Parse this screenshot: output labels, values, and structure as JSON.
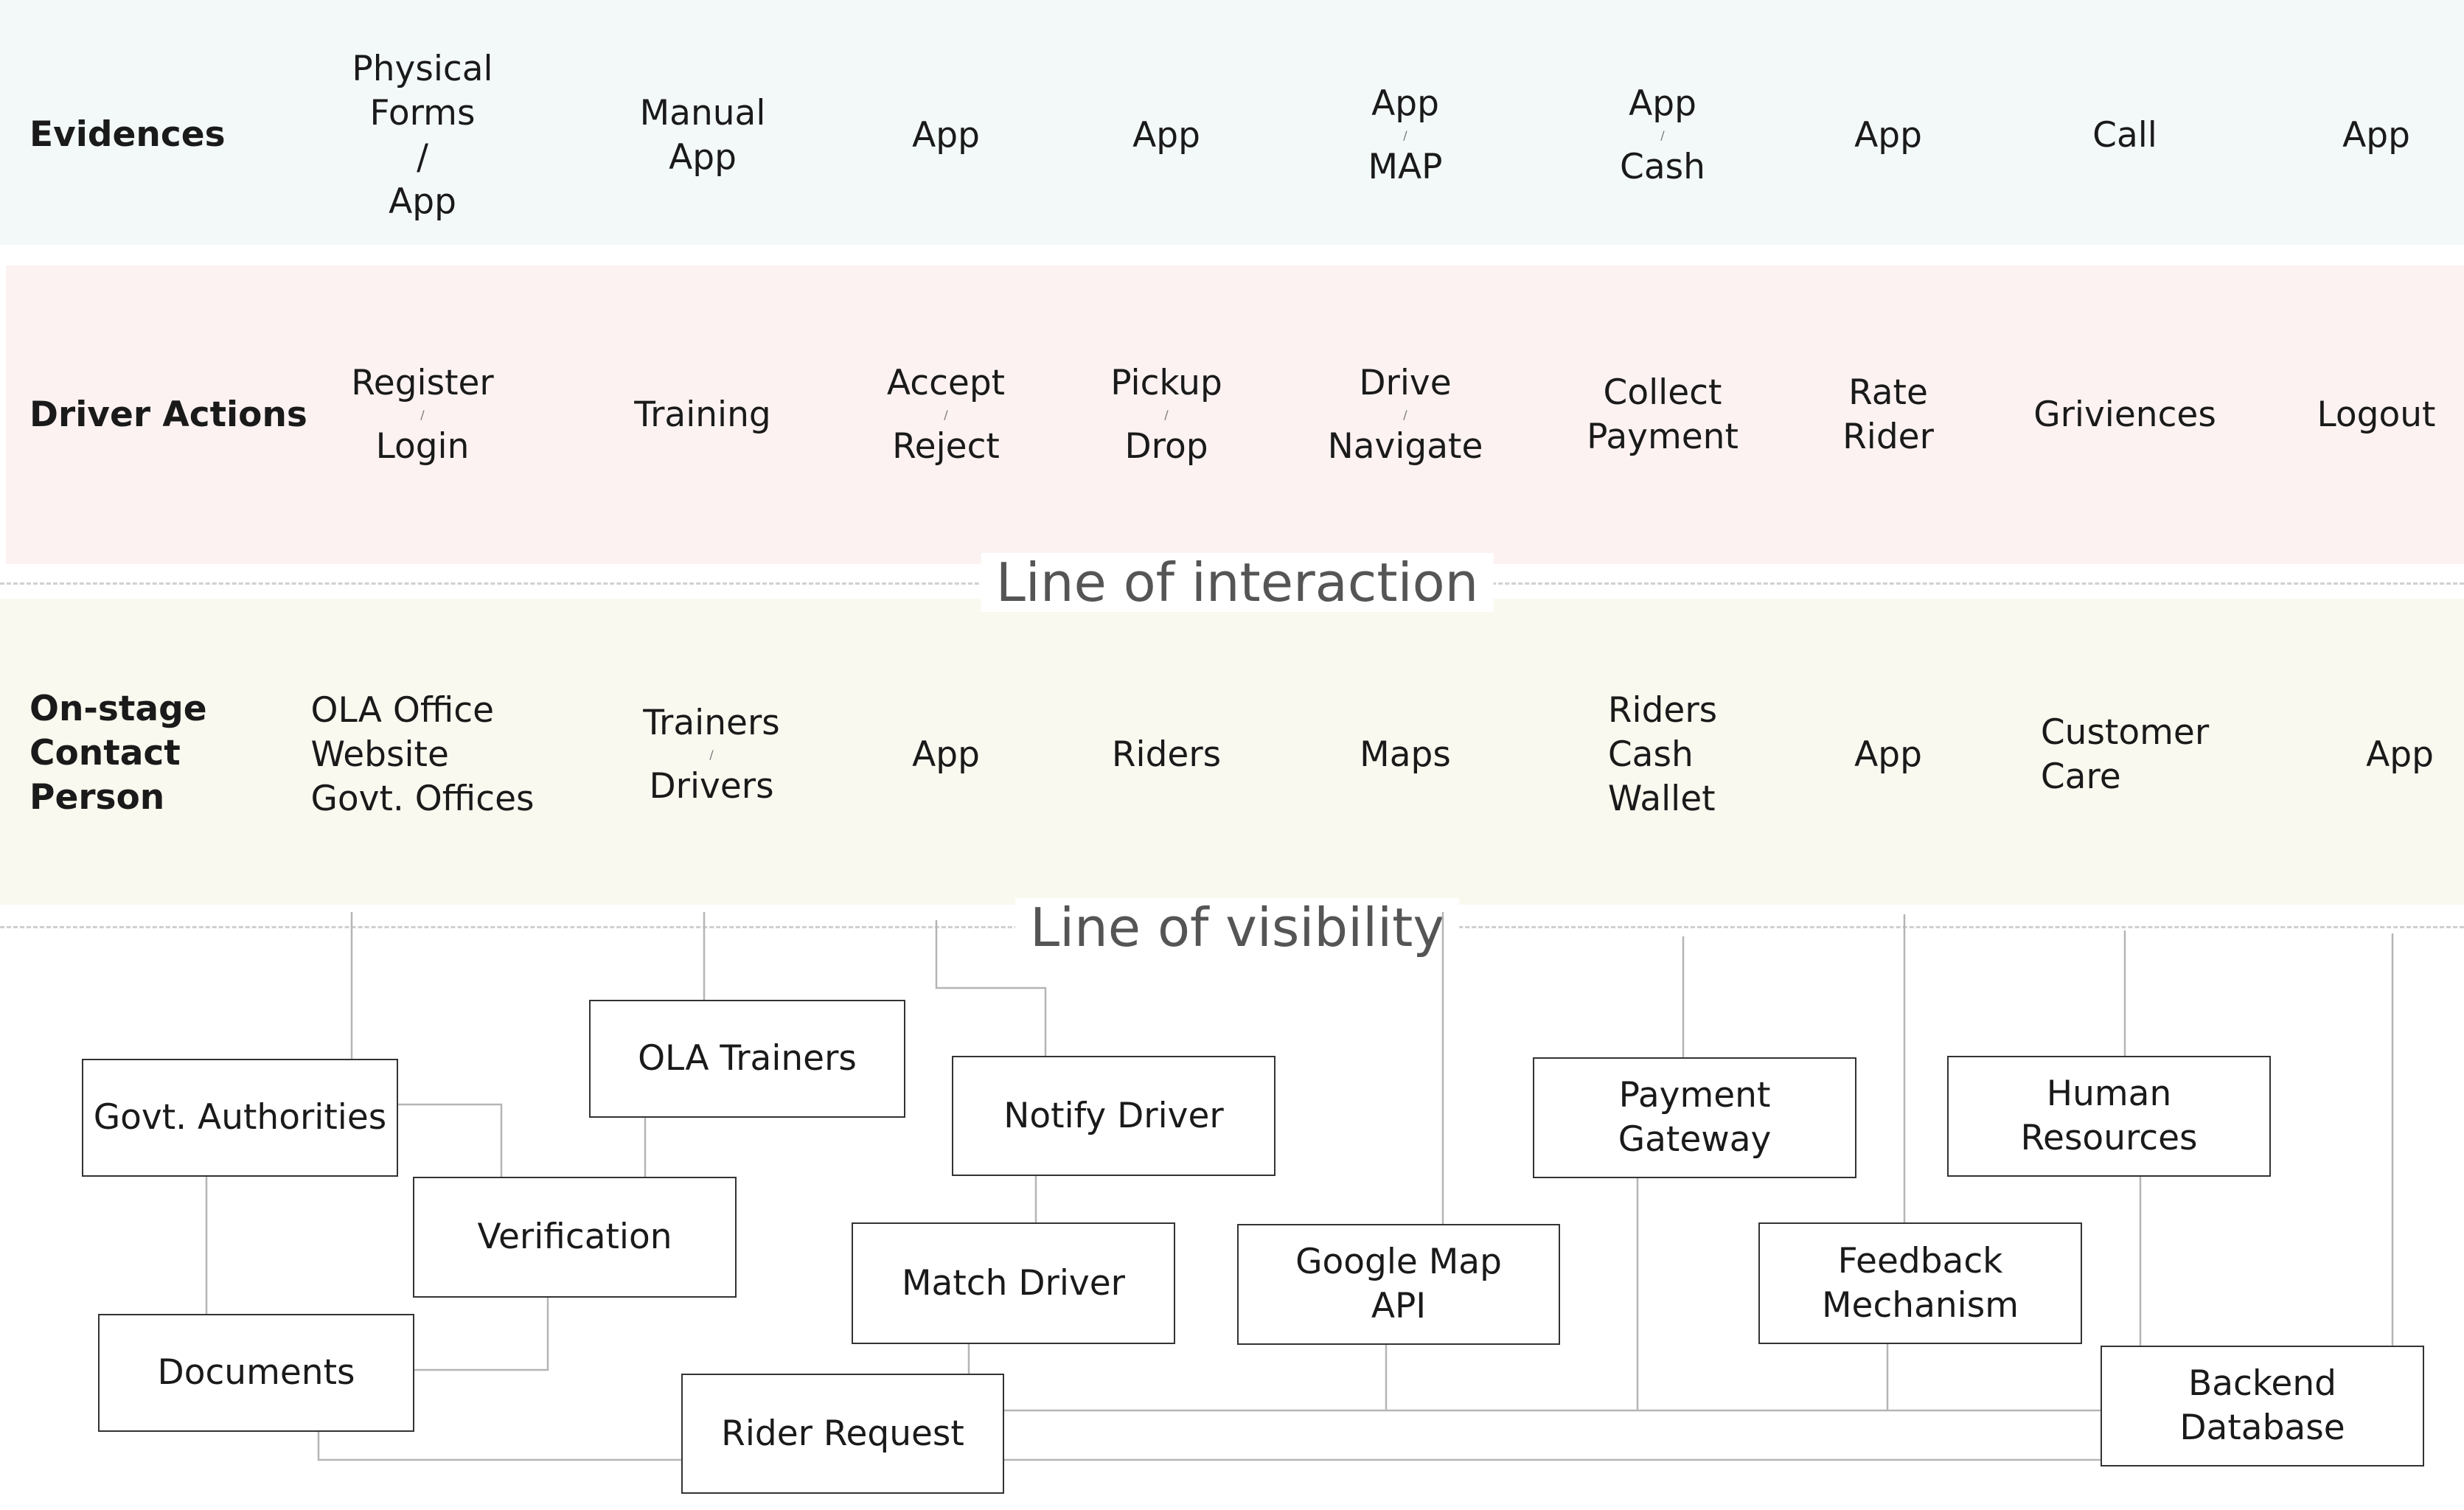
{
  "rows": {
    "evidences": {
      "label": "Evidences",
      "cells": [
        {
          "top": "Physical\nForms",
          "sep": "/",
          "bottom": "App"
        },
        {
          "top": "Manual\nApp"
        },
        {
          "top": "App"
        },
        {
          "top": "App"
        },
        {
          "top": "App",
          "sep": "/",
          "bottom": "MAP"
        },
        {
          "top": "App",
          "sep": "/",
          "bottom": "Cash"
        },
        {
          "top": "App"
        },
        {
          "top": "Call"
        },
        {
          "top": "App"
        }
      ]
    },
    "driver_actions": {
      "label": "Driver Actions",
      "cells": [
        {
          "top": "Register",
          "sep": "/",
          "bottom": "Login"
        },
        {
          "top": "Training"
        },
        {
          "top": "Accept",
          "sep": "/",
          "bottom": "Reject"
        },
        {
          "top": "Pickup",
          "sep": "/",
          "bottom": "Drop"
        },
        {
          "top": "Drive",
          "sep": "/",
          "bottom": "Navigate"
        },
        {
          "top": "Collect\nPayment"
        },
        {
          "top": "Rate\nRider"
        },
        {
          "top": "Griviences"
        },
        {
          "top": "Logout"
        }
      ]
    },
    "onstage": {
      "label": "On-stage\nContact\nPerson",
      "cells": [
        {
          "top": "OLA Office\nWebsite\nGovt. Offices"
        },
        {
          "top": "Trainers",
          "sep": "/",
          "bottom": "Drivers"
        },
        {
          "top": "App"
        },
        {
          "top": "Riders"
        },
        {
          "top": "Maps"
        },
        {
          "top": "Riders\nCash\nWallet"
        },
        {
          "top": "App"
        },
        {
          "top": "Customer\nCare"
        },
        {
          "top": "App"
        }
      ]
    }
  },
  "dividers": {
    "interaction": "Line of interaction",
    "visibility": "Line of visibility"
  },
  "boxes": {
    "govt_authorities": "Govt. Authorities",
    "documents": "Documents",
    "ola_trainers": "OLA Trainers",
    "verification": "Verification",
    "notify_driver": "Notify Driver",
    "match_driver": "Match Driver",
    "rider_request": "Rider Request",
    "google_map_api": "Google Map\nAPI",
    "payment_gateway": "Payment\nGateway",
    "feedback_mechanism": "Feedback\nMechanism",
    "human_resources": "Human\nResources",
    "backend_database": "Backend\nDatabase"
  }
}
